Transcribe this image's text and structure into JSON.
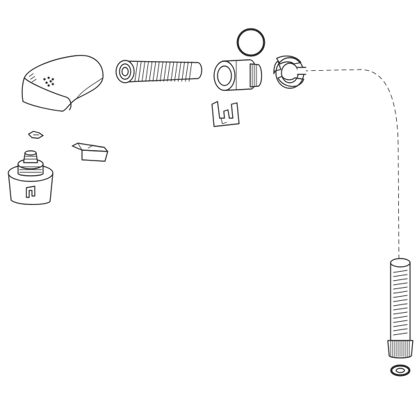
{
  "diagram": {
    "title": "",
    "colors": {
      "line": "#2b2b2b",
      "background": "#ffffff",
      "fill": "#ffffff"
    },
    "parts": [
      {
        "id": "spout-body",
        "icon": "spout-body-icon"
      },
      {
        "id": "threaded-nipple",
        "icon": "threaded-nipple-icon"
      },
      {
        "id": "o-ring",
        "icon": "o-ring-icon"
      },
      {
        "id": "adapter-fitting",
        "icon": "adapter-fitting-icon"
      },
      {
        "id": "retaining-clip",
        "icon": "retaining-clip-icon"
      },
      {
        "id": "split-collar",
        "icon": "split-collar-icon"
      },
      {
        "id": "set-screw",
        "icon": "set-screw-icon"
      },
      {
        "id": "cover-plate",
        "icon": "cover-plate-icon"
      },
      {
        "id": "diverter-cartridge",
        "icon": "diverter-cartridge-icon"
      },
      {
        "id": "extension-pipe",
        "icon": "extension-pipe-icon"
      },
      {
        "id": "washer",
        "icon": "washer-icon"
      }
    ],
    "connector": {
      "style": "dashed",
      "from": "split-collar",
      "to": "extension-pipe"
    }
  }
}
